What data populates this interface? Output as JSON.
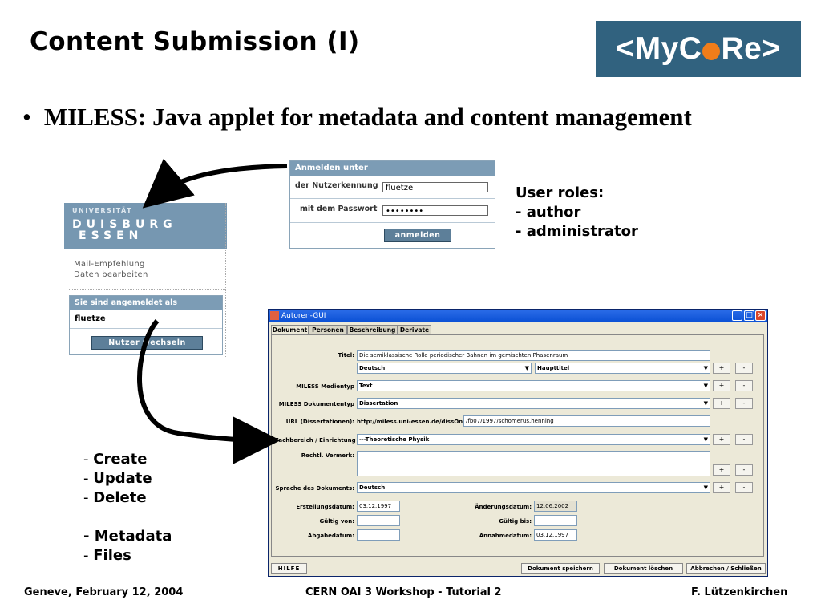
{
  "slide": {
    "title": "Content Submission (I)",
    "logo": {
      "left": "<MyC",
      "right": "Re>"
    },
    "bullet_mark": "•",
    "bullet": "MILESS: Java applet for metadata and content management"
  },
  "login": {
    "header": "Anmelden unter",
    "user_label": "der Nutzerkennung",
    "user_value": "fluetze",
    "pass_label": "mit dem Passwort",
    "pass_value": "••••••••",
    "button": "anmelden"
  },
  "uni": {
    "line1": "UNIVERSITÄT",
    "line2": "DUISBURG",
    "line3": "ESSEN",
    "link1": "Mail-Empfehlung",
    "link2": "Daten bearbeiten",
    "box_header": "Sie sind angemeldet als",
    "user": "fluetze",
    "button": "Nutzer wechseln"
  },
  "roles": {
    "title": "User roles:",
    "items": [
      "- author",
      "- administrator"
    ]
  },
  "ops": {
    "dash": "-",
    "items": [
      "Create",
      "Update",
      "Delete",
      "Metadata",
      "Files"
    ],
    "metadata_prefix": "- "
  },
  "window": {
    "title": "Autoren-GUI",
    "tabs": [
      "Dokument",
      "Personen",
      "Beschreibung",
      "Derivate"
    ],
    "fields": {
      "titel_label": "Titel:",
      "titel_value": "Die semiklassische Rolle periodischer Bahnen im gemischten Phasenraum",
      "lang_value": "Deutsch",
      "titletype_value": "Haupttitel",
      "medientyp_label": "MILESS Medientyp",
      "medientyp_value": "Text",
      "doktyp_label": "MILESS Dokumententyp",
      "doktyp_value": "Dissertation",
      "url_label": "URL (Dissertationen):",
      "url_prefix": "http://miless.uni-essen.de/dissOnline",
      "url_value": "/fb07/1997/schomerus.henning",
      "fach_label": "Fachbereich / Einrichtung",
      "fach_value": "---Theoretische Physik",
      "recht_label": "Rechtl. Vermerk:",
      "sprache_label": "Sprache des Dokuments:",
      "sprache_value": "Deutsch",
      "erst_label": "Erstellungsdatum:",
      "erst_value": "03.12.1997",
      "aend_label": "Änderungsdatum:",
      "aend_value": "12.06.2002",
      "gvon_label": "Gültig von:",
      "gbis_label": "Gültig bis:",
      "abgabe_label": "Abgabedatum:",
      "annahme_label": "Annahmedatum:",
      "annahme_value": "03.12.1997",
      "plus": "+",
      "minus": "-"
    },
    "buttons": {
      "hilfe": "HILFE",
      "save": "Dokument speichern",
      "delete": "Dokument löschen",
      "cancel": "Abbrechen / Schließen"
    }
  },
  "footer": {
    "left": "Geneve, February 12, 2004",
    "center": "CERN OAI 3 Workshop - Tutorial 2",
    "right": "F. Lützenkirchen"
  },
  "colors": {
    "logo_bg": "#31627f",
    "logo_dot": "#f07d1a",
    "uni_band": "#7697b1",
    "titlebar": "#0a4fd4"
  }
}
